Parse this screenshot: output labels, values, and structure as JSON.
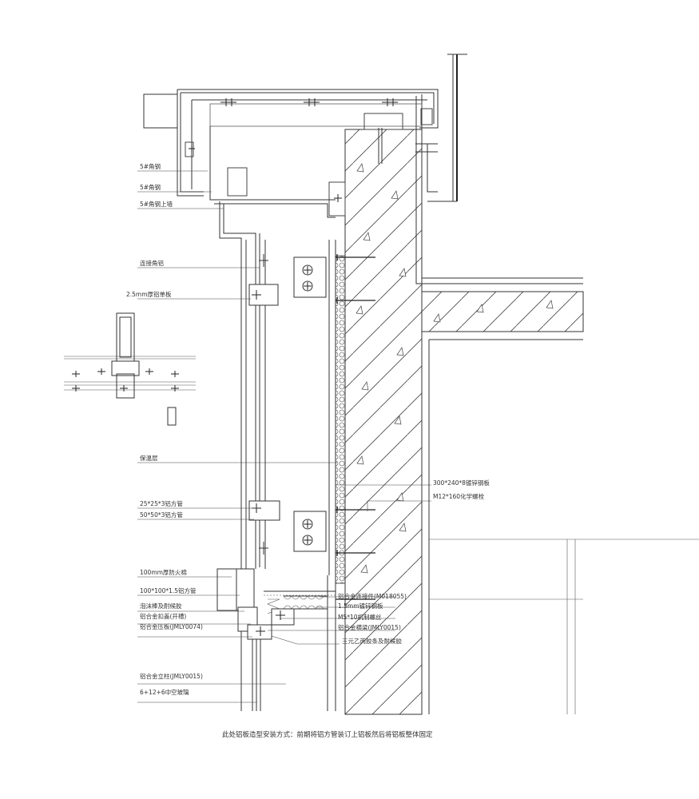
{
  "labels": {
    "l1": "5#角钢",
    "l2": "5#角钢",
    "l3": "5#角钢上墙",
    "l4": "连接角铝",
    "l5": "2.5mm厚铝单板",
    "l6": "保温层",
    "l7": "25*25*3铝方管",
    "l8": "50*50*3铝方管",
    "l9": "100mm厚防火棉",
    "l10": "100*100*1.5铝方管",
    "l11": "泡沫棒及耐候胶",
    "l12": "铝合金扣盖(开槽)",
    "l13": "铝合金压板(JMLY0074)",
    "l14": "铝合金立柱(JMLY0015)",
    "l15": "6+12+6中空玻璃",
    "r1": "300*240*8镀锌钢板",
    "r2": "M12*160化学螺栓",
    "r3": "铝合金连接件(M018055)",
    "r4": "1.5mm镀锌钢板",
    "r5": "M5*10机制螺丝",
    "r6": "铝合金横梁(JMLY0015)",
    "r7": "三元乙丙胶条及耐候胶"
  },
  "caption": "此处铝板造型安装方式：前期将铝方管装订上铝板然后将铝板整体固定"
}
